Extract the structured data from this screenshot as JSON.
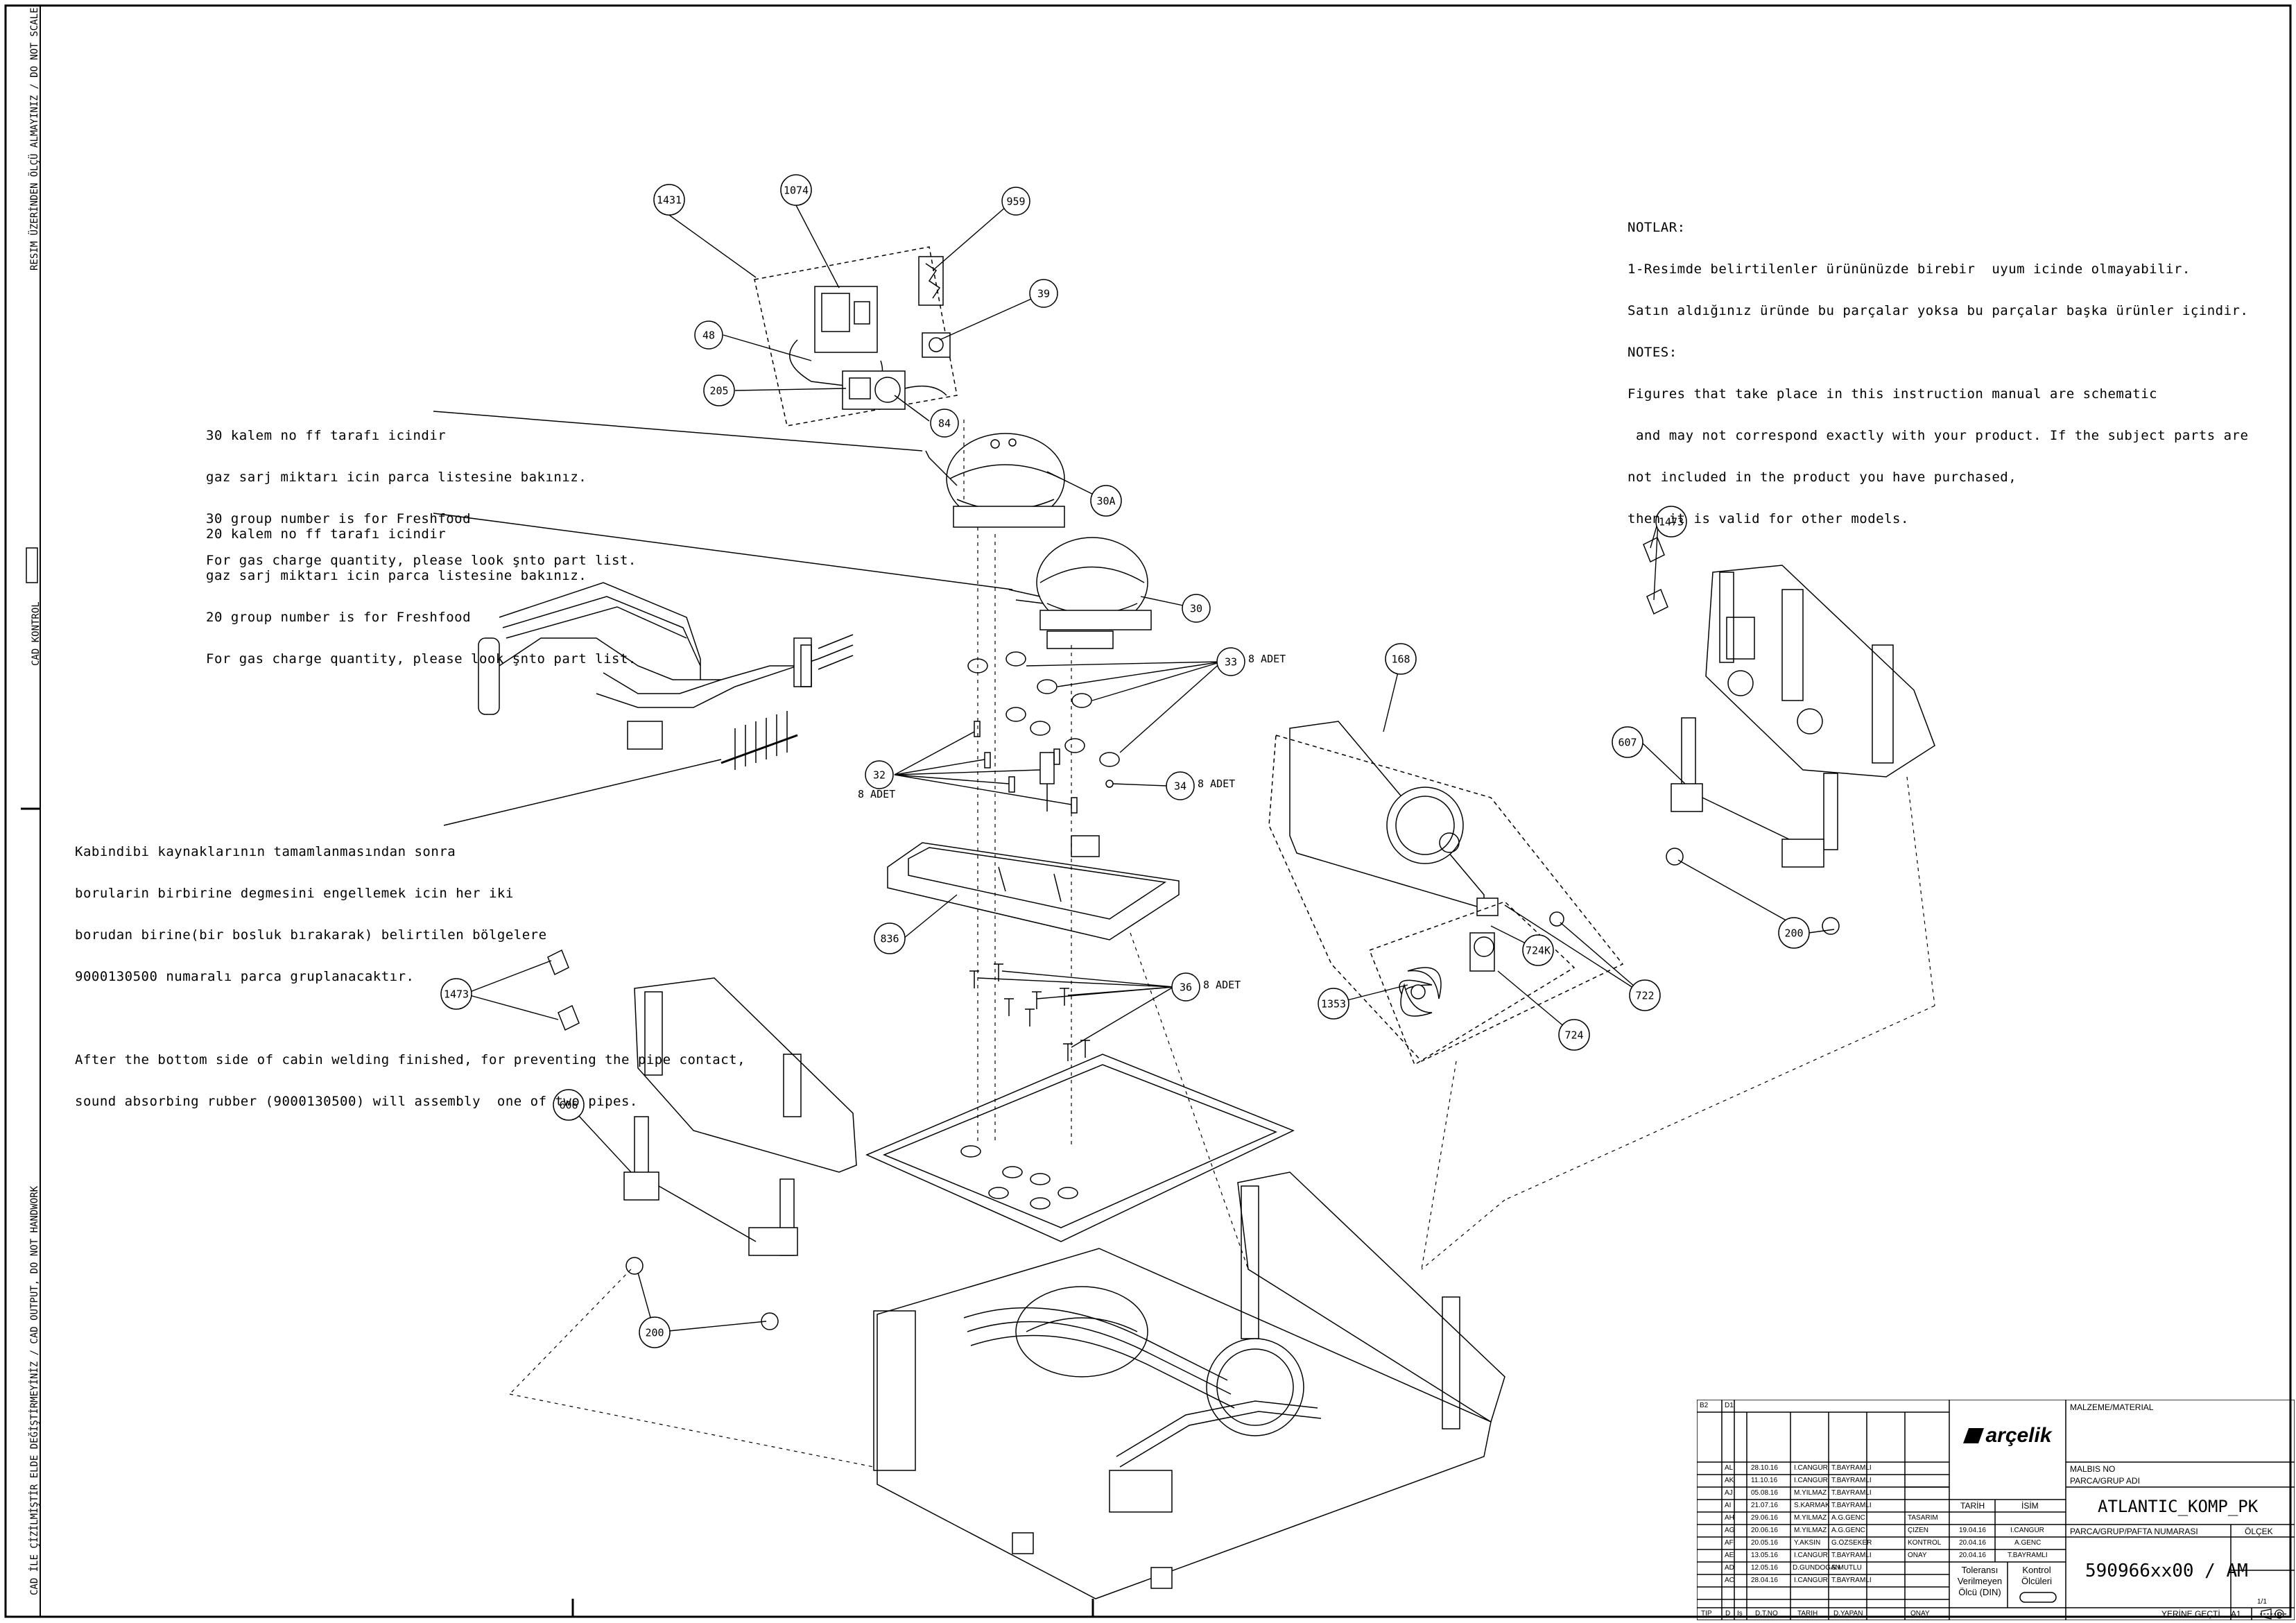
{
  "margin_labels": {
    "left_top": "RESIM ÜZERİNDEN ÖLÇÜ ALMAYINIZ / DO NOT SCALE",
    "left_mid": "CAD KONTROL",
    "left_bottom": "CAD İLE ÇİZİLMİŞTİR ELDE DEĞİŞTİRMEYİNİZ / CAD OUTPUT, DO NOT HANDWORK"
  },
  "notes": {
    "tr_heading": "NOTLAR:",
    "tr_line1": "1-Resimde belirtilenler ürününüzde birebir  uyum icinde olmayabilir.",
    "tr_line2": "Satın aldığınız üründe bu parçalar yoksa bu parçalar başka ürünler içindir.",
    "en_heading": "NOTES:",
    "en_line1": "Figures that take place in this instruction manual are schematic",
    "en_line2": " and may not correspond exactly with your product. If the subject parts are",
    "en_line3": "not included in the product you have purchased,",
    "en_line4": "then it is valid for other models."
  },
  "callout_text": {
    "block30": [
      "30 kalem no ff tarafı icindir",
      "gaz sarj miktarı icin parca listesine bakınız.",
      "30 group number is for Freshfood",
      "For gas charge quantity, please look şnto part list."
    ],
    "block20": [
      "20 kalem no ff tarafı icindir",
      "gaz sarj miktarı icin parca listesine bakınız.",
      "20 group number is for Freshfood",
      "For gas charge quantity, please look şnto part list."
    ],
    "cabin_tr": [
      "Kabindibi kaynaklarının tamamlanmasından sonra",
      "borularin birbirine degmesini engellemek icin her iki",
      "borudan birine(bir bosluk bırakarak) belirtilen bölgelere",
      "9000130500 numaralı parca gruplanacaktır."
    ],
    "cabin_en": [
      "After the bottom side of cabin welding finished, for preventing the pipe contact,",
      "sound absorbing rubber (9000130500) will assembly  one of two pipes."
    ]
  },
  "balloons": [
    {
      "label": "1431"
    },
    {
      "label": "1074"
    },
    {
      "label": "959"
    },
    {
      "label": "39"
    },
    {
      "label": "48"
    },
    {
      "label": "205"
    },
    {
      "label": "84"
    },
    {
      "label": "30A"
    },
    {
      "label": "30"
    },
    {
      "label": "33"
    },
    {
      "label": "32"
    },
    {
      "label": "34"
    },
    {
      "label": "836"
    },
    {
      "label": "36"
    },
    {
      "label": "168"
    },
    {
      "label": "1473"
    },
    {
      "label": "607"
    },
    {
      "label": "200"
    },
    {
      "label": "724K"
    },
    {
      "label": "722"
    },
    {
      "label": "1353"
    },
    {
      "label": "724"
    },
    {
      "label": "1473"
    },
    {
      "label": "606"
    },
    {
      "label": "200"
    }
  ],
  "qty_labels": {
    "q33": "8 ADET",
    "q32": "8 ADET",
    "q34": "8 ADET",
    "q36": "8 ADET"
  },
  "title_block": {
    "sheet_codes": [
      "B2",
      "D1"
    ],
    "revisions": [
      {
        "rev": "AL",
        "date": "28.10.16",
        "by": "İ.CANGÜR",
        "app": "T.BAYRAMLI"
      },
      {
        "rev": "AK",
        "date": "11.10.16",
        "by": "İ.CANGÜR",
        "app": "T.BAYRAMLI"
      },
      {
        "rev": "AJ",
        "date": "05.08.16",
        "by": "M.YILMAZ",
        "app": "T.BAYRAMLI"
      },
      {
        "rev": "AI",
        "date": "21.07.16",
        "by": "S.KARMAK",
        "app": "T.BAYRAMLI"
      },
      {
        "rev": "AH",
        "date": "29.06.16",
        "by": "M.YILMAZ",
        "app": "A.G.GENC"
      },
      {
        "rev": "AG",
        "date": "20.06.16",
        "by": "M.YILMAZ",
        "app": "A.G.GENC"
      },
      {
        "rev": "AF",
        "date": "20.05.16",
        "by": "Y.AKSIN",
        "app": "G.ÖZSEKER"
      },
      {
        "rev": "AE",
        "date": "13.05.16",
        "by": "İ.CANGÜR",
        "app": "T.BAYRAMLI"
      },
      {
        "rev": "AD",
        "date": "12.05.16",
        "by": "D.GUNDOGAN",
        "app": "S.MUTLU"
      },
      {
        "rev": "AC",
        "date": "28.04.16",
        "by": "İ.CANGÜR",
        "app": "T.BAYRAMLI"
      }
    ],
    "footer_headers": [
      "TIP",
      "D",
      "İş",
      "D.T.NO",
      "TARİH",
      "D.YAPAN",
      "ONAY"
    ],
    "stages": [
      {
        "name": "TASARIM",
        "date": "",
        "person": ""
      },
      {
        "name": "ÇİZEN",
        "date": "19.04.16",
        "person": "İ.CANGÜR"
      },
      {
        "name": "KONTROL",
        "date": "20.04.16",
        "person": "A.GENC"
      },
      {
        "name": "ONAY",
        "date": "20.04.16",
        "person": "T.BAYRAMLI"
      }
    ],
    "stage_headers": {
      "date": "TARİH",
      "person": "İSİM"
    },
    "tolerance": [
      "Toleransı",
      "Verilmeyen",
      "Ölcü (DIN)"
    ],
    "control": [
      "Kontrol",
      "Ölcüleri"
    ],
    "logo": "arçelik",
    "material_label": "MALZEME/MATERIAL",
    "material_value": "",
    "supplier_label": "MALBIS NO",
    "part_group_label": "PARCA/GRUP ADI",
    "part_group_name": "ATLANTIC_KOMP_PK",
    "part_number_label": "PARCA/GRUP/PAFTA NUMARASI",
    "part_number": "590966xx00 / AM",
    "scale_label": "ÖLÇEK",
    "scale_value": "1/1",
    "sheet_label": "YERİNE GEÇTİ",
    "sheet_size": "A1"
  }
}
